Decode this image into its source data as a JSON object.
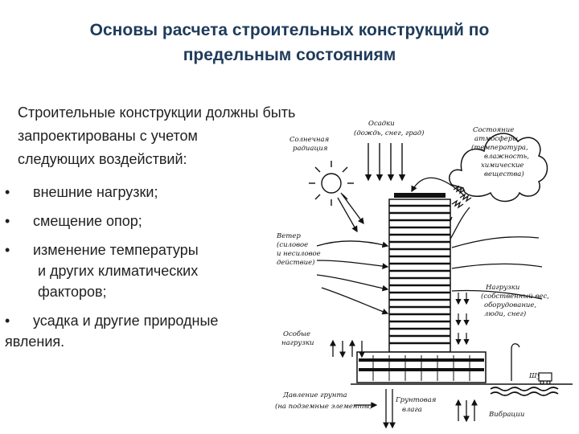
{
  "slide": {
    "title_line1": "Основы расчета строительных конструкций по",
    "title_line2": "предельным состояниям",
    "intro_line1": "Строительные конструкции должны быть",
    "intro_line2": "запроектированы с учетом",
    "intro_line3": "следующих воздействий:",
    "bullets": [
      "внешние нагрузки;",
      "смещение опор;",
      "изменение температуры",
      "и других климатических",
      "факторов;",
      "усадка и другие природные"
    ],
    "last_line": "явления.",
    "bullet_symbol": "•"
  },
  "diagram": {
    "precipitation": [
      "Осадки",
      "(дождь, снег, град)"
    ],
    "atmosphere": [
      "Состояние",
      "атмосферы",
      "(температура,",
      "влажность,",
      "химические",
      "вещества)"
    ],
    "solar": [
      "Солнечная",
      "радиация"
    ],
    "wind": [
      "Ветер",
      "(силовое",
      "и несиловое",
      "действие)"
    ],
    "loads": [
      "Нагрузки",
      "(собственный вес,",
      "оборудование,",
      "люди, снег)"
    ],
    "special": [
      "Особые",
      "нагрузки"
    ],
    "noise": "Шум",
    "soil": [
      "Давление грунта",
      "(на подземные элементы)"
    ],
    "groundwater": [
      "Грунтовая",
      "влага"
    ],
    "vibration": "Вибрации"
  }
}
